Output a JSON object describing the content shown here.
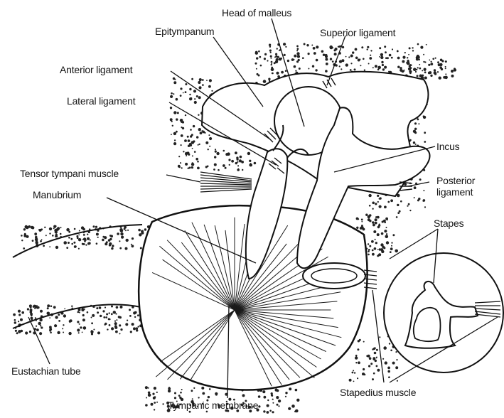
{
  "labels": {
    "head_of_malleus": "Head of malleus",
    "epitympanum": "Epitympanum",
    "superior_ligament": "Superior ligament",
    "anterior_ligament": "Anterior ligament",
    "lateral_ligament": "Lateral ligament",
    "incus": "Incus",
    "tensor_tympani_muscle": "Tensor tympani muscle",
    "manubrium": "Manubrium",
    "posterior_ligament": "Posterior ligament",
    "stapes": "Stapes",
    "eustachian_tube": "Eustachian tube",
    "stapedius_muscle": "Stapedius muscle",
    "tympanic_membrane": "Tympanic membrane"
  },
  "colors": {
    "ink": "#151515",
    "paper": "#ffffff"
  }
}
